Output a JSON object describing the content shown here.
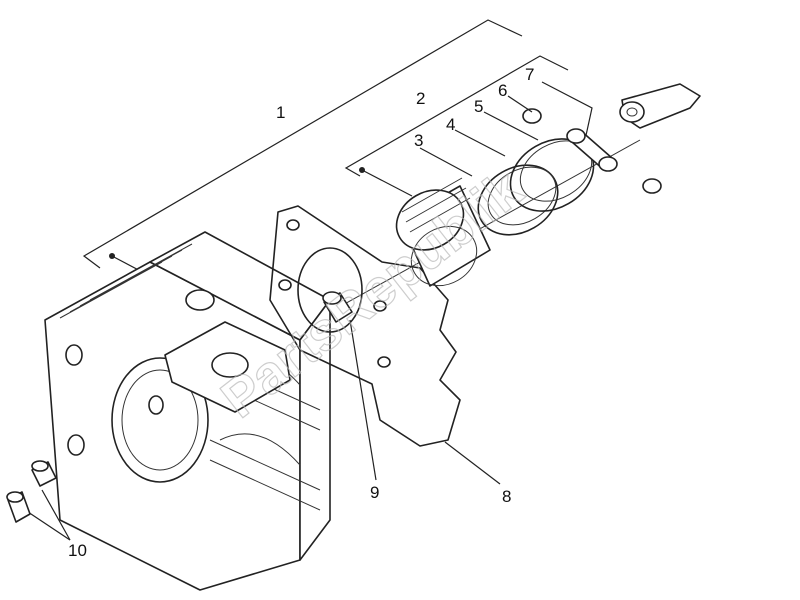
{
  "watermark": "PartsRepublik",
  "callouts": [
    {
      "id": "1",
      "part": "cylinder-assembly"
    },
    {
      "id": "2",
      "part": "piston-assembly"
    },
    {
      "id": "3",
      "part": "piston"
    },
    {
      "id": "4",
      "part": "piston-ring-1"
    },
    {
      "id": "5",
      "part": "piston-ring-2"
    },
    {
      "id": "6",
      "part": "circlip"
    },
    {
      "id": "7",
      "part": "piston-pin"
    },
    {
      "id": "8",
      "part": "base-gasket"
    },
    {
      "id": "9",
      "part": "locating-dowel"
    },
    {
      "id": "10",
      "part": "dowel-bushings"
    }
  ]
}
